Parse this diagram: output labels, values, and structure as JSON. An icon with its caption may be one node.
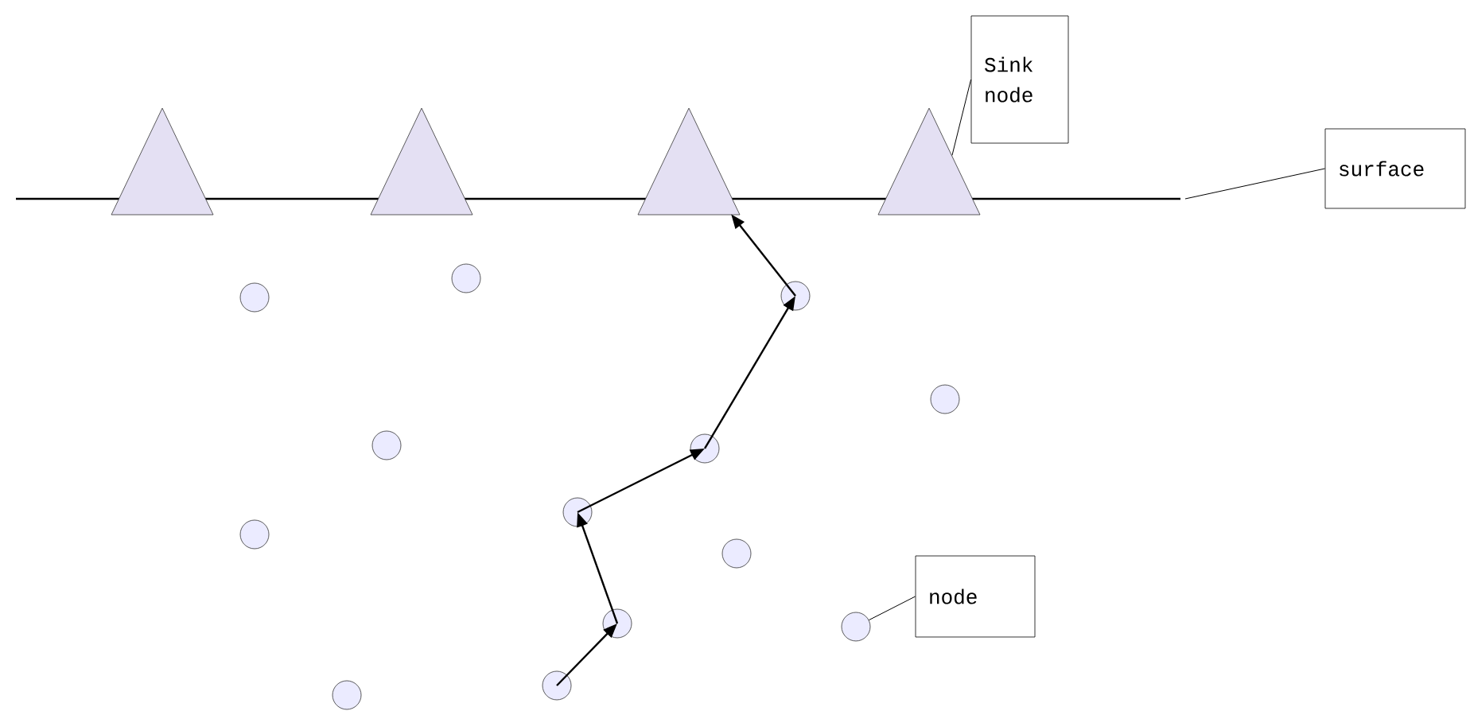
{
  "diagram": {
    "nodes": [
      {
        "text": [
          "Sink node"
        ]
      },
      {
        "text": [
          "surface"
        ]
      },
      {
        "text": [],
        "shape": "triangle"
      },
      {
        "text": [],
        "shape": "triangle"
      },
      {
        "text": [],
        "shape": "triangle"
      },
      {
        "text": [],
        "shape": "triangle"
      },
      {
        "text": [],
        "shape": "circle"
      },
      {
        "text": [],
        "shape": "circle"
      },
      {
        "text": [],
        "shape": "circle"
      },
      {
        "text": [],
        "shape": "circle"
      },
      {
        "text": [],
        "shape": "circle"
      },
      {
        "text": [],
        "shape": "circle"
      },
      {
        "text": [],
        "shape": "circle"
      },
      {
        "text": [],
        "shape": "circle"
      },
      {
        "text": [],
        "shape": "circle"
      },
      {
        "text": [],
        "shape": "circle"
      },
      {
        "text": [],
        "shape": "circle"
      },
      {
        "text": [],
        "shape": "circle"
      },
      {
        "text": [],
        "shape": "circle"
      },
      {
        "text": [
          "node"
        ]
      }
    ],
    "edges": [
      {
        "from": 17,
        "to": 15,
        "arrow": "to"
      },
      {
        "from": 15,
        "to": 12,
        "arrow": "to"
      },
      {
        "from": 12,
        "to": 11,
        "arrow": "to"
      },
      {
        "from": 11,
        "to": 7,
        "arrow": "to"
      },
      {
        "from": 7,
        "to": 4,
        "arrow": "to"
      },
      {
        "from": 0,
        "to": 5,
        "arrow": "none"
      },
      {
        "from": 1,
        "to": null,
        "arrow": "none"
      },
      {
        "from": 19,
        "to": 16,
        "arrow": "none"
      }
    ]
  }
}
